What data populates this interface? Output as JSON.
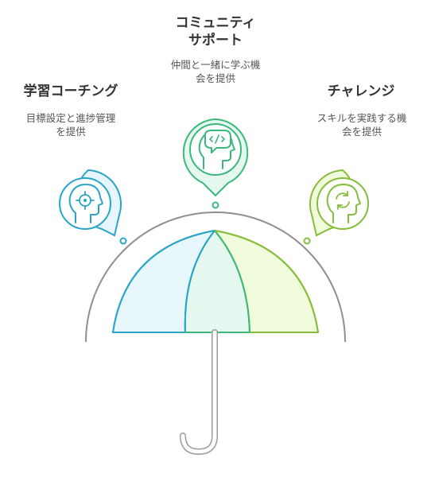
{
  "items": [
    {
      "title_lines": [
        "コミュニティ",
        "サポート"
      ],
      "desc_lines": [
        "仲間と一緒に学ぶ機",
        "会を提供"
      ],
      "color": "#3bb87c",
      "icon": "chat-code-head-icon"
    },
    {
      "title_lines": [
        "学習コーチング"
      ],
      "desc_lines": [
        "目標設定と進捗管理",
        "を提供"
      ],
      "color": "#2aa5c9",
      "icon": "target-head-icon"
    },
    {
      "title_lines": [
        "チャレンジ"
      ],
      "desc_lines": [
        "スキルを実践する機",
        "会を提供"
      ],
      "color": "#86bd3a",
      "icon": "refresh-head-icon"
    }
  ],
  "colors": {
    "arc": "#8f8f8f",
    "handle": "#9a9a9a",
    "panel_left_fill": "#e6f6fb",
    "panel_mid_fill": "#e4f8ef",
    "panel_right_fill": "#f0fbdc"
  }
}
